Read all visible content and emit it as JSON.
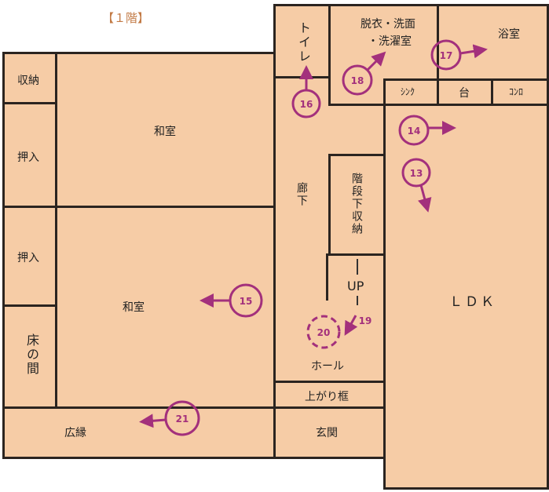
{
  "title": "【１階】",
  "rooms": {
    "storage": "収納",
    "closet1": "押入",
    "closet2": "押入",
    "tokonoma": "床の間",
    "washitsu1": "和室",
    "washitsu2": "和室",
    "engawa": "広縁",
    "toilet": "トイレ",
    "corridor": "廊下",
    "under_stairs": "階段下収納",
    "up": "UP",
    "hall": "ホール",
    "agarikamachi": "上がり框",
    "genkan": "玄関",
    "dressing1": "脱衣・洗面",
    "dressing2": "・洗濯室",
    "bath": "浴室",
    "sink": "ｼﾝｸ",
    "counter": "台",
    "stove": "ｺﾝﾛ",
    "ldk": "ＬＤＫ"
  },
  "markers": {
    "m13": "13",
    "m14": "14",
    "m15": "15",
    "m16": "16",
    "m17": "17",
    "m18": "18",
    "m19": "19",
    "m20": "20",
    "m21": "21"
  },
  "colors": {
    "marker": "#a3307c",
    "fill": "#f6cca6",
    "wall": "#2b2420"
  }
}
